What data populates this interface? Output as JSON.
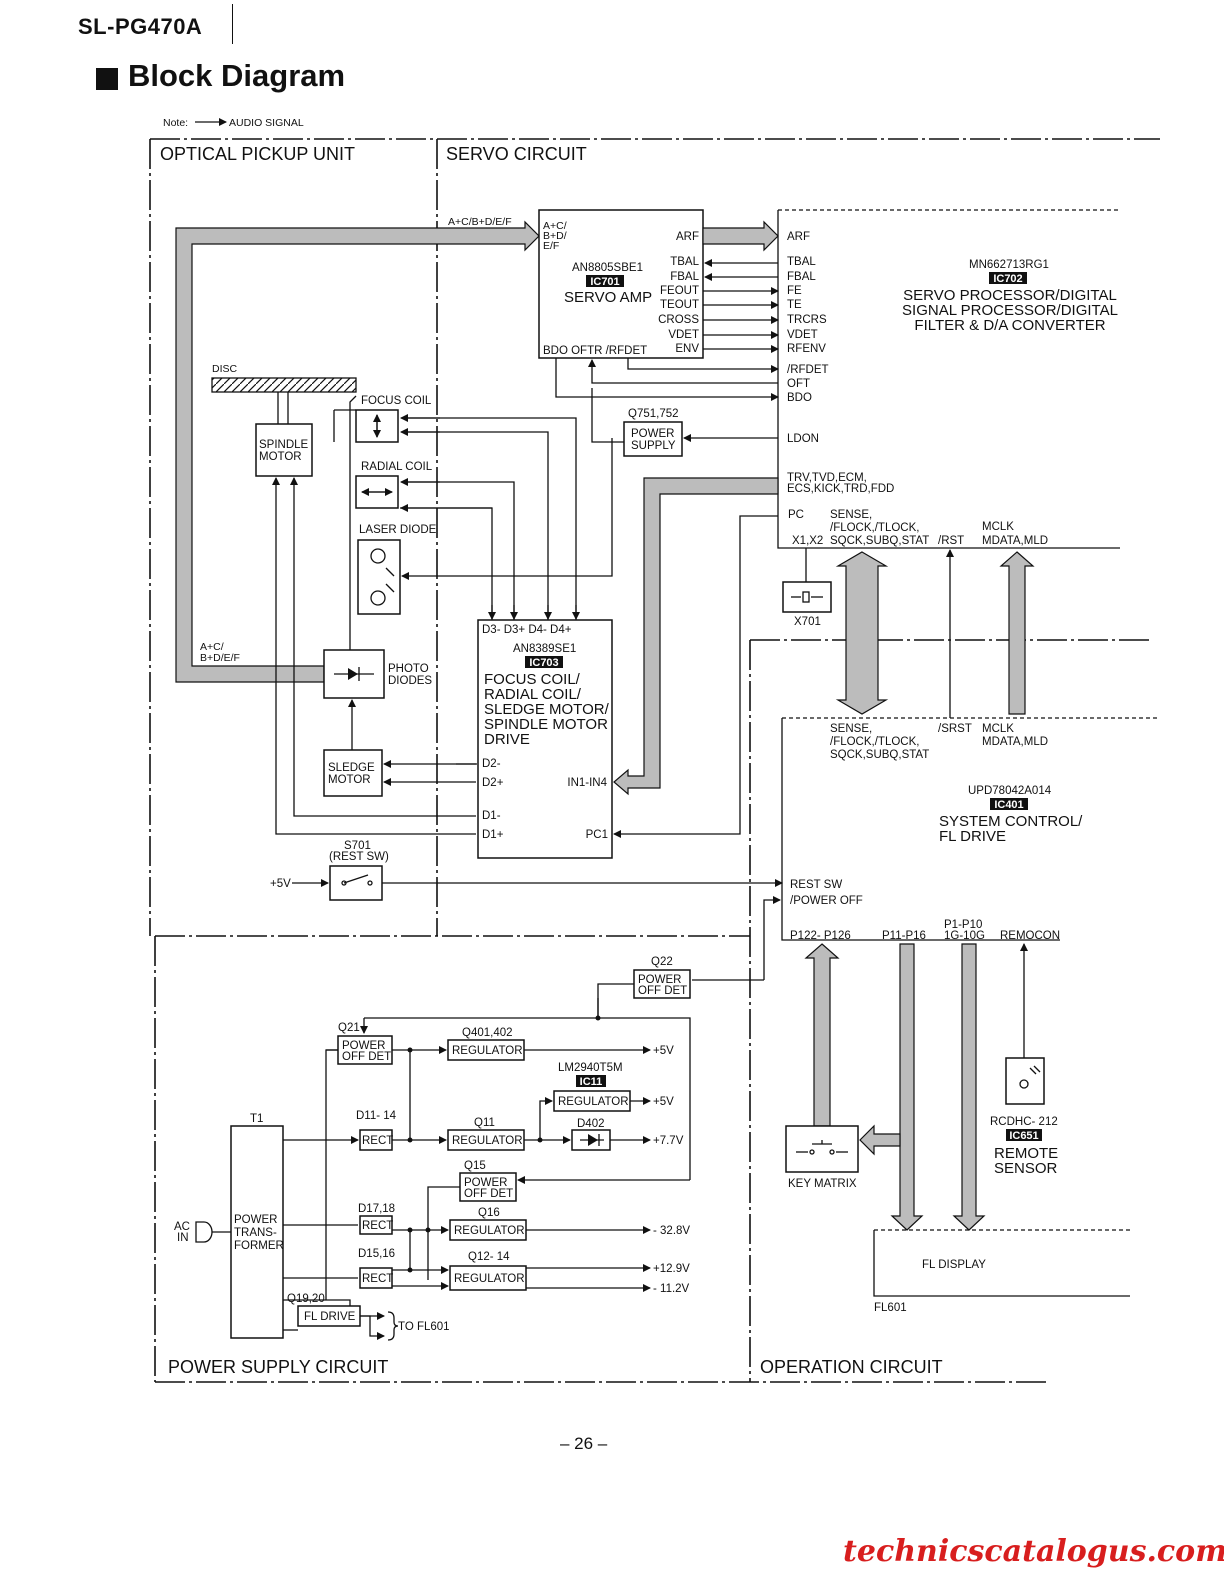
{
  "header": {
    "model": "SL-PG470A",
    "title": "Block Diagram"
  },
  "note": {
    "prefix": "Note:",
    "text": "AUDIO SIGNAL"
  },
  "sections": {
    "optical": "OPTICAL PICKUP UNIT",
    "servo": "SERVO CIRCUIT",
    "power": "POWER SUPPLY CIRCUIT",
    "operation": "OPERATION CIRCUIT"
  },
  "ic701": {
    "part": "AN8805SBE1",
    "ref": "IC701",
    "name": "SERVO AMP",
    "in1": "A+C/",
    "in2": "B+D/",
    "in3": "E/F",
    "outs": [
      "ARF",
      "TBAL",
      "FBAL",
      "FEOUT",
      "TEOUT",
      "CROSS",
      "VDET",
      "ENV"
    ],
    "bottom": "BDO  OFTR  /RFDET"
  },
  "ic702": {
    "part": "MN662713RG1",
    "ref": "IC702",
    "name1": "SERVO PROCESSOR/DIGITAL",
    "name2": "SIGNAL PROCESSOR/DIGITAL",
    "name3": "FILTER & D/A CONVERTER",
    "pins": [
      "ARF",
      "TBAL",
      "FBAL",
      "FE",
      "TE",
      "TRCRS",
      "VDET",
      "RFENV",
      "/RFDET",
      "OFT",
      "BDO",
      "LDON"
    ],
    "trv1": "TRV,TVD,ECM,",
    "trv2": "ECS,KICK,TRD,FDD",
    "pc": "PC",
    "sense1": "SENSE,",
    "sense2": "/FLOCK,/TLOCK,",
    "sense3": "SQCK,SUBQ,STAT",
    "x1x2": "X1,X2",
    "rst": "/RST",
    "mclk": "MCLK",
    "mdata": "MDATA,MLD"
  },
  "ic703": {
    "part": "AN8389SE1",
    "ref": "IC703",
    "n1": "FOCUS COIL/",
    "n2": "RADIAL COIL/",
    "n3": "SLEDGE MOTOR/",
    "n4": "SPINDLE MOTOR",
    "n5": "DRIVE",
    "top": "D3-  D3+  D4-  D4+",
    "d2m": "D2-",
    "d2p": "D2+",
    "d1m": "D1-",
    "d1p": "D1+",
    "in": "IN1-IN4",
    "pc1": "PC1"
  },
  "ic401": {
    "part": "UPD78042A014",
    "ref": "IC401",
    "name1": "SYSTEM CONTROL/",
    "name2": "FL DRIVE",
    "sense1": "SENSE,",
    "sense2": "/FLOCK,/TLOCK,",
    "sense3": "SQCK,SUBQ,STAT",
    "srst": "/SRST",
    "mclk": "MCLK",
    "mdata": "MDATA,MLD",
    "restsw": "REST SW",
    "poweroff": "/POWER OFF",
    "p122": "P122- P126",
    "p11": "P11-P16",
    "p1": "P1-P10",
    "g": "1G-10G",
    "remocon": "REMOCON"
  },
  "pickup": {
    "disc": "DISC",
    "spindle1": "SPINDLE",
    "spindle2": "MOTOR",
    "focus": "FOCUS COIL",
    "radial": "RADIAL COIL",
    "laser": "LASER DIODE",
    "photo1": "PHOTO",
    "photo2": "DIODES",
    "sledge1": "SLEDGE",
    "sledge2": "MOTOR",
    "acbd1": "A+C/",
    "acbd2": "B+D/E/F",
    "acbdef": "A+C/B+D/E/F"
  },
  "servo_misc": {
    "q751": "Q751,752",
    "ps1": "POWER",
    "ps2": "SUPPLY",
    "x701": "X701",
    "s701": "S701",
    "restsw": "(REST SW)",
    "plus5": "+5V"
  },
  "power": {
    "q22": "Q22",
    "q21": "Q21",
    "pod1": "POWER",
    "pod2": "OFF DET",
    "q401": "Q401,402",
    "reg": "REGULATOR",
    "v5a": "+5V",
    "lm": "LM2940T5M",
    "ic11": "IC11",
    "v5b": "+5V",
    "t1": "T1",
    "d1114": "D11- 14",
    "rect": "RECT",
    "q11": "Q11",
    "d402": "D402",
    "v77": "+7.7V",
    "q15": "Q15",
    "d1718": "D17,18",
    "q16": "Q16",
    "v328": "- 32.8V",
    "d1516": "D15,16",
    "q1214": "Q12- 14",
    "v129": "+12.9V",
    "v112": "- 11.2V",
    "q1920": "Q19,20",
    "fldrive": "FL DRIVE",
    "tofl": "TO FL601",
    "ac1": "AC",
    "ac2": "IN",
    "pt1": "POWER",
    "pt2": "TRANS-",
    "pt3": "FORMER"
  },
  "operation": {
    "keymatrix": "KEY MATRIX",
    "rc_part": "RCDHC- 212",
    "rc_ref": "IC651",
    "rs1": "REMOTE",
    "rs2": "SENSOR",
    "fldisplay": "FL DISPLAY",
    "fl601": "FL601"
  },
  "footer": {
    "page": "– 26 –",
    "watermark": "technicscatalogus.com"
  }
}
